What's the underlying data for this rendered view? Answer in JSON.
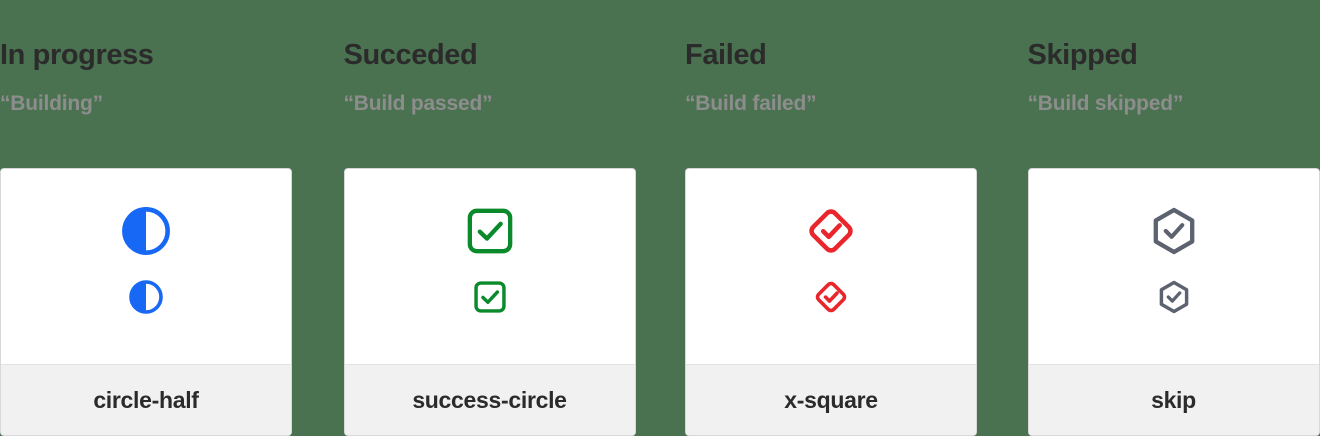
{
  "page": {
    "background_color": "#4a7250",
    "card_background": "#ffffff",
    "card_footer_background": "#f1f1f1",
    "card_border_color": "#d8d8d8",
    "title_color": "#2b2b2b",
    "subtitle_color": "#8d8d8d"
  },
  "columns": [
    {
      "title": "In progress",
      "subtitle": "“Building”",
      "card": {
        "label": "circle-half",
        "icon_name": "circle-half-icon",
        "icon_color": "#1668f5"
      }
    },
    {
      "title": "Succeded",
      "subtitle": "“Build passed”",
      "card": {
        "label": "success-circle",
        "icon_name": "success-circle-icon",
        "icon_color": "#0a8a2a"
      }
    },
    {
      "title": "Failed",
      "subtitle": "“Build failed”",
      "card": {
        "label": "x-square",
        "icon_name": "x-square-icon",
        "icon_color": "#e8262c"
      }
    },
    {
      "title": "Skipped",
      "subtitle": "“Build skipped”",
      "card": {
        "label": "skip",
        "icon_name": "skip-icon",
        "icon_color": "#5c6270"
      }
    }
  ]
}
